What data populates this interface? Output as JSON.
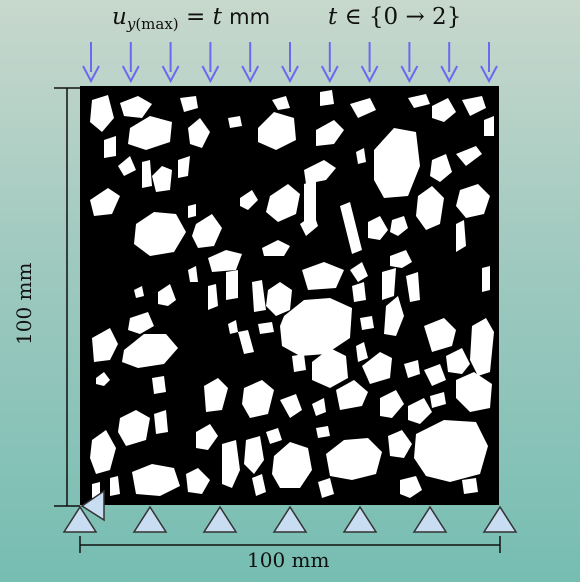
{
  "load": {
    "symbol": "u",
    "subscript_var": "y",
    "subscript_paren": "(max)",
    "equals": "=",
    "rhs_var": "t",
    "rhs_unit": "mm",
    "time_var": "t",
    "time_range": "∈ {0 → 2}",
    "arrow_count": 11,
    "arrow_color": "#6a6af0"
  },
  "dimensions": {
    "height_label": "100 mm",
    "width_label": "100 mm"
  },
  "specimen": {
    "matrix_color": "#000000",
    "aggregate_color": "#ffffff"
  },
  "supports": {
    "roller_count": 7,
    "fill_color": "#c9ddf2",
    "stroke_color": "#333333"
  }
}
